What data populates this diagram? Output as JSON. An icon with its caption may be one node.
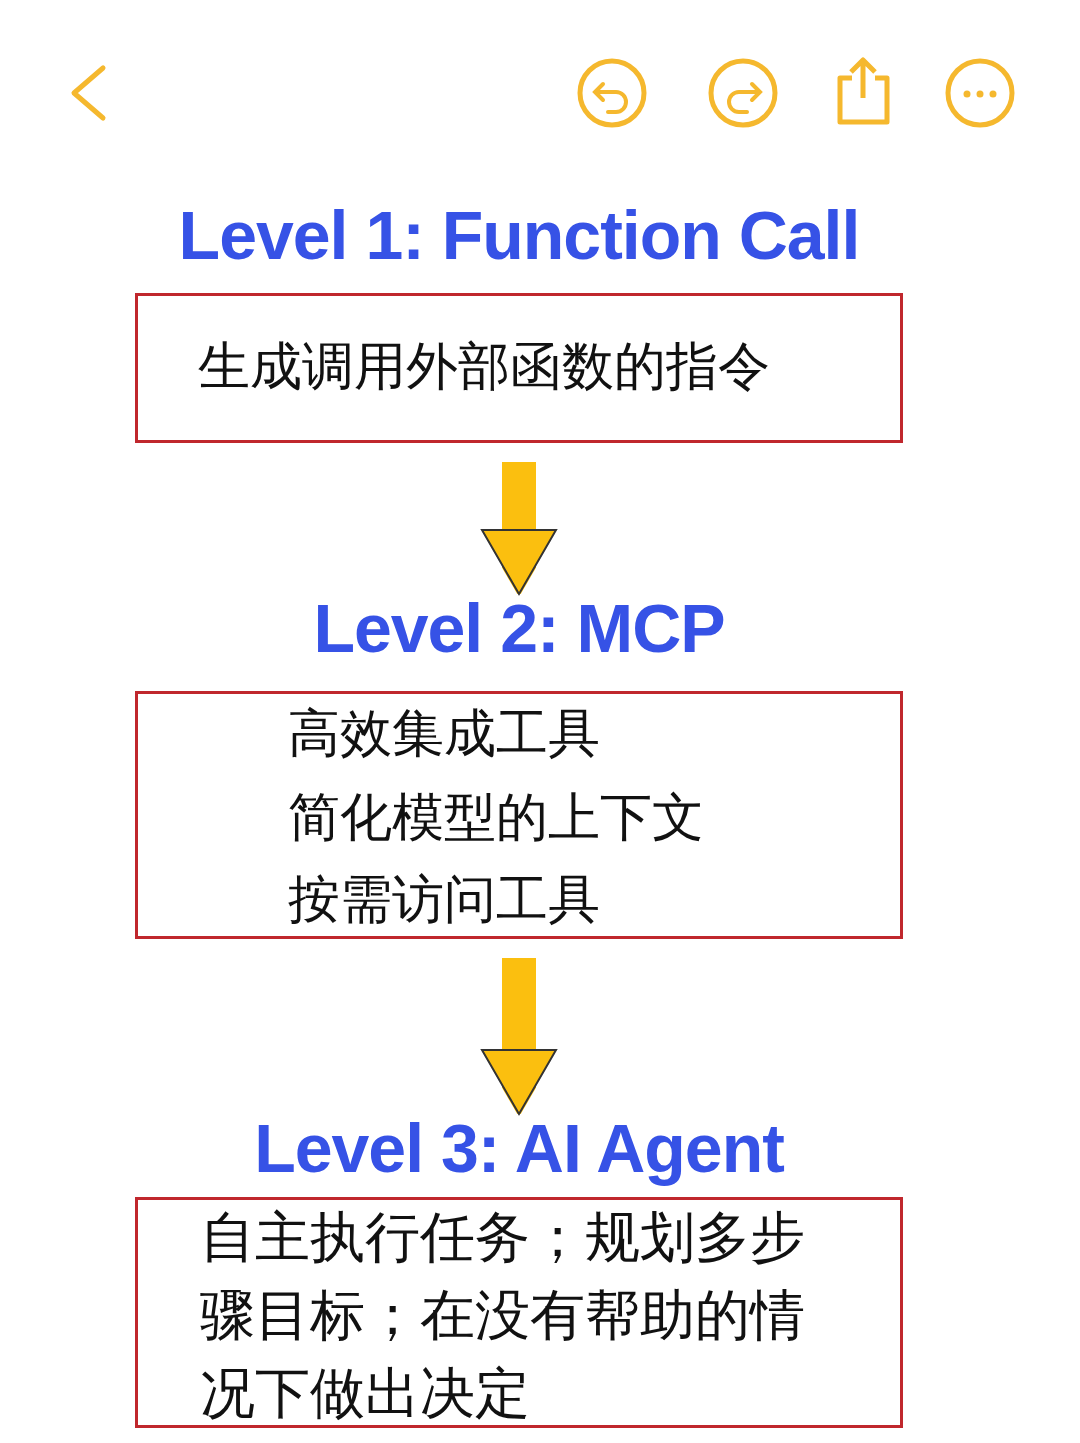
{
  "diagram": {
    "nodes": [
      {
        "text": [
          "Level 1: Function Call",
          "生成调用外部函数的指令"
        ]
      },
      {
        "text": [
          "Level 2: MCP",
          "高效集成工具",
          "简化模型的上下文",
          "按需访问工具"
        ]
      },
      {
        "text": [
          "Level 3: AI Agent",
          "自主执行任务；规划多步骤目标；在没有帮助的情况下做出决定"
        ]
      }
    ],
    "edges": [
      {
        "from": 0,
        "to": 1,
        "arrow": "to"
      },
      {
        "from": 1,
        "to": 2,
        "arrow": "to"
      }
    ]
  }
}
